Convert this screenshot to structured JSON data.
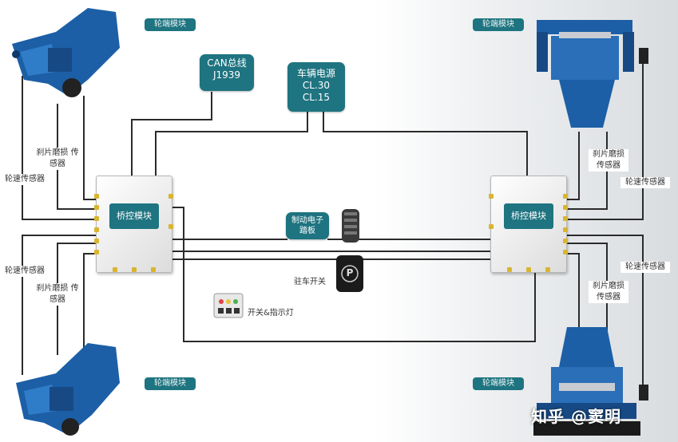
{
  "labels": {
    "wheel_module_tl": "轮端模块",
    "wheel_module_tr": "轮端模块",
    "wheel_module_bl": "轮端模块",
    "wheel_module_br": "轮端模块",
    "can_bus": "CAN总线 J1939",
    "power": "车辆电源 CL.30 CL.15",
    "bridge_left": "桥控模块",
    "bridge_right": "桥控模块",
    "brake_pedal": "制动电子 踏板",
    "parking_switch": "驻车开关",
    "switch_lamp": "开关&指示灯",
    "speed_sensor_l1": "轮速传感器",
    "speed_sensor_l2": "轮速传感器",
    "pad_wear_l1": "刹片磨损 传感器",
    "pad_wear_l2": "刹片磨损 传感器",
    "speed_sensor_r1": "轮速传感器",
    "speed_sensor_r2": "轮速传感器",
    "pad_wear_r1": "刹片磨损 传感器",
    "pad_wear_r2": "刹片磨损 传感器",
    "watermark": "知乎 @窦明"
  },
  "icons": {
    "parking": "P"
  },
  "colors": {
    "teal": "#1e7480",
    "caliper_blue": "#1c5fa6",
    "wire": "#2b2b2b"
  }
}
